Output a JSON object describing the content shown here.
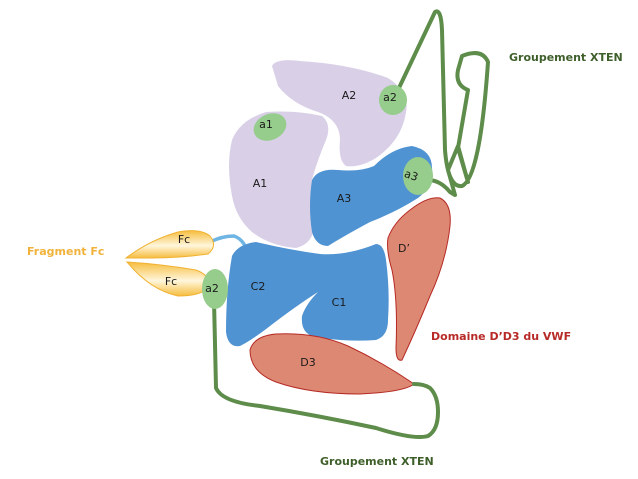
{
  "diagram": {
    "colors": {
      "lilac": "#d9d0e8",
      "blue": "#4f93d2",
      "green_patch": "#96cc8c",
      "xten_green": "#5e8c4a",
      "salmon": "#dd8873",
      "salmon_stroke": "#b52a24",
      "fc_yellow": "#f6bd3e",
      "linker_blue": "#6fb5e3",
      "label_fc": "#f0b23a",
      "label_vwf": "#b72a27",
      "label_xten": "#3e5f2a"
    },
    "domains": {
      "A1": "A1",
      "A2": "A2",
      "A3": "A3",
      "C1": "C1",
      "C2": "C2",
      "D_prime": "D’",
      "D3": "D3",
      "Fc_top": "Fc",
      "Fc_bottom": "Fc"
    },
    "acidic_regions": {
      "a1": "a1",
      "a2_top": "a2",
      "a3": "a3",
      "a2_bottom": "a2"
    },
    "external_labels": {
      "fc_fragment": "Fragment Fc",
      "xten_top": "Groupement XTEN",
      "xten_bottom": "Groupement XTEN",
      "vwf_domain": "Domaine D’D3 du VWF"
    }
  }
}
